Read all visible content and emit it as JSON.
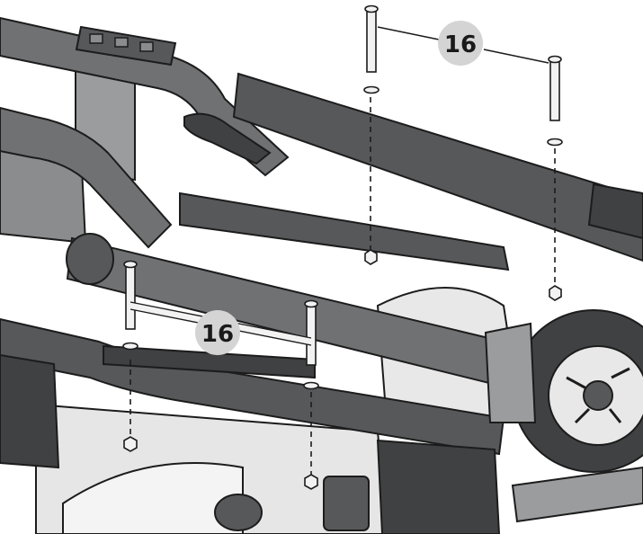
{
  "figure": {
    "kind": "exploded assembly illustration",
    "colors": {
      "background": "#ffffff",
      "tube_dark": "#56585a",
      "tube_mid": "#6f7173",
      "tube_light": "#8a8c8e",
      "outline": "#1c1c1c",
      "bracket": "#9a9c9e",
      "callout_fill": "#d4d4d4",
      "bolt_light": "#f2f2f2",
      "wheel_hub": "#e8e8e8"
    }
  },
  "callouts": [
    {
      "id": "top",
      "label": "16"
    },
    {
      "id": "bottom",
      "label": "16"
    }
  ],
  "parts": {
    "bolts": [
      "bolt-top-left",
      "bolt-top-right",
      "bolt-bottom-left",
      "bolt-bottom-right"
    ],
    "washers": [
      "washer-top-left",
      "washer-top-right",
      "washer-bottom-left",
      "washer-bottom-right"
    ],
    "nuts": [
      "nut-top-left",
      "nut-top-right",
      "nut-bottom-left",
      "nut-bottom-right"
    ]
  }
}
